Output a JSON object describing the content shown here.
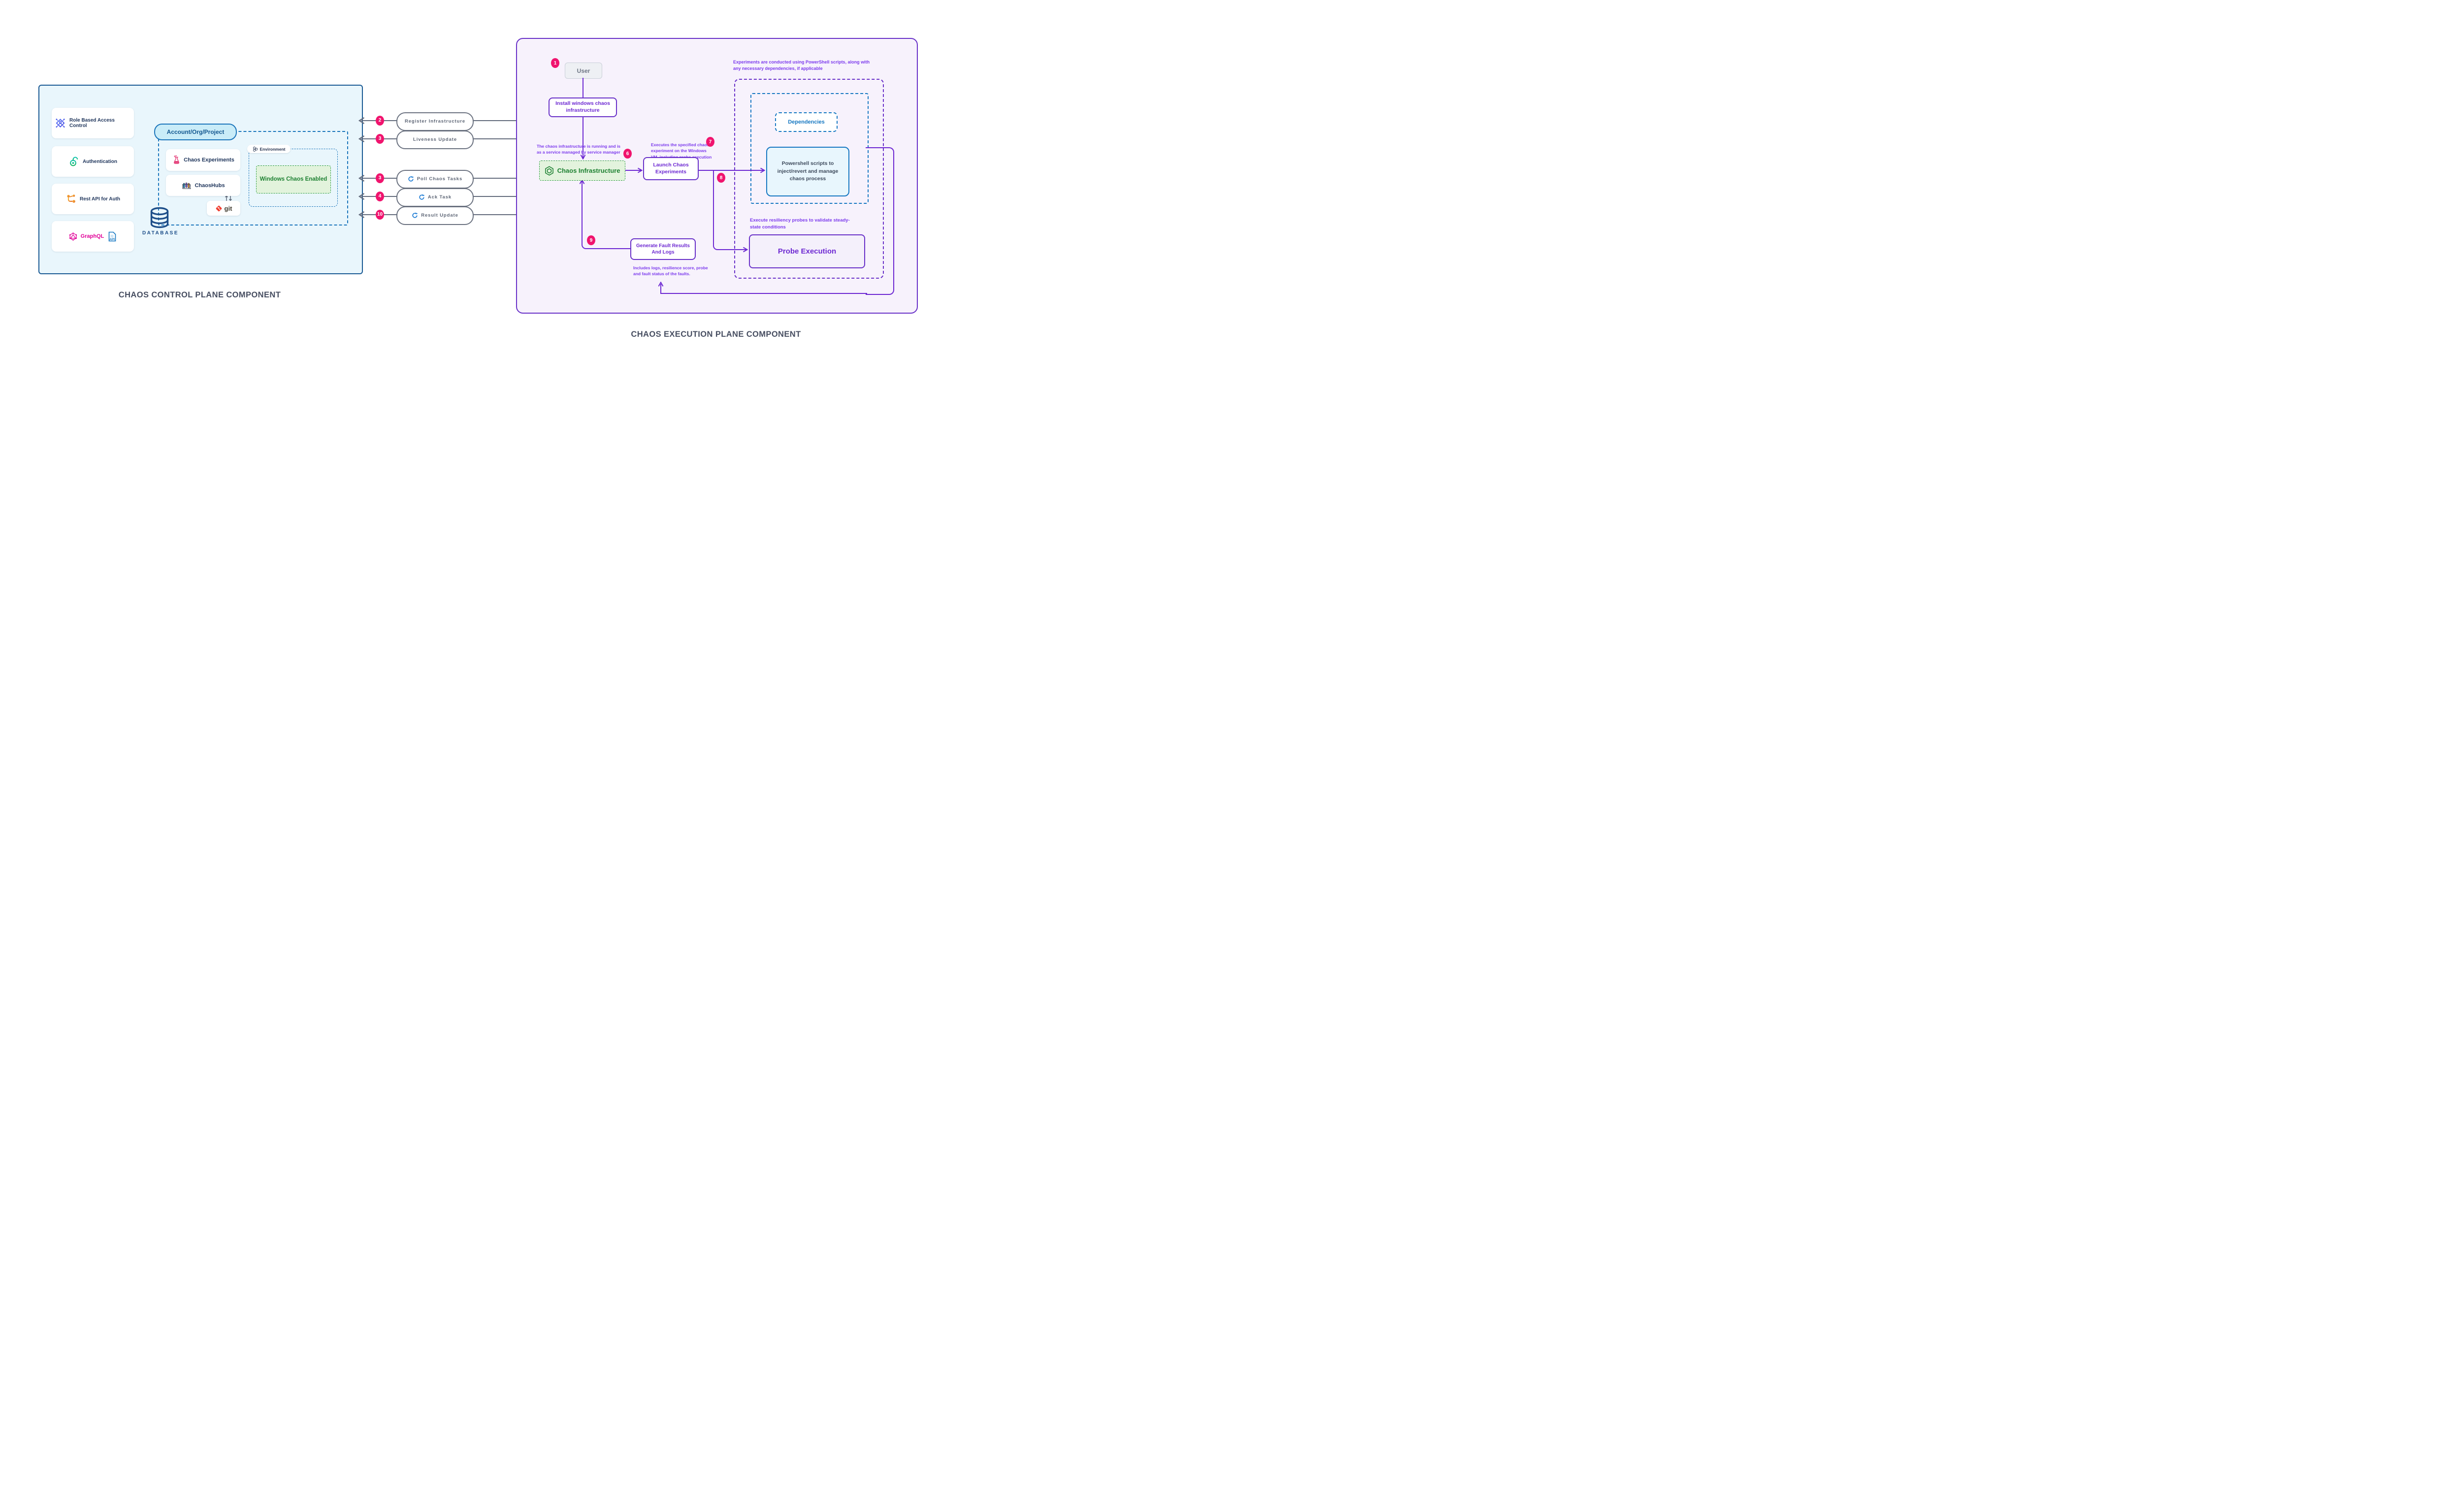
{
  "titles": {
    "left": "CHAOS CONTROL PLANE COMPONENT",
    "right": "CHAOS EXECUTION PLANE COMPONENT"
  },
  "control_plane": {
    "cards": [
      {
        "label": "Role Based Access Control",
        "icon": "rbac-icon"
      },
      {
        "label": "Authentication",
        "icon": "auth-lock-icon"
      },
      {
        "label": "Rest API for Auth",
        "icon": "rest-api-icon"
      },
      {
        "label": "GraphQL",
        "icon": "graphql-icon",
        "api_text": "API"
      }
    ],
    "account_pill": "Account/Org/Project",
    "experiments_box": "Chaos Experiments",
    "chaoshubs_box": "ChaosHubs",
    "git_label": "git",
    "environment_label": "Environment",
    "windows_chaos_box": "Windows Chaos Enabled",
    "database_label": "DATABASE"
  },
  "connectors": [
    {
      "badge": "2",
      "label": "Register Infrastructure"
    },
    {
      "badge": "3",
      "label": "Liveness Update"
    },
    {
      "badge": "3",
      "label": "Poll Chaos Tasks"
    },
    {
      "badge": "4",
      "label": "Ack Task"
    },
    {
      "badge": "10",
      "label": "Result Update"
    }
  ],
  "execution_plane": {
    "badges": {
      "user": "1",
      "service": "6",
      "executes": "7",
      "scripts": "8",
      "results": "9"
    },
    "user_box": "User",
    "install_box": "Install windows chaos infrastructure",
    "infra_box": "Chaos Infrastructure",
    "launch_box": "Launch Chaos Experiments",
    "powershell_box": "Powershell scripts to inject/revert and manage chaos process",
    "dependencies_box": "Dependencies",
    "probe_box": "Probe Execution",
    "generate_box": "Generate Fault Results And Logs",
    "notes": {
      "top": "Experiments are conducted using PowerShell scripts, along with any necessary dependencies, if applicable",
      "service": "The chaos infrastructure is running and is as a service managed by service manager",
      "executes": "Executes the specified chaos experiment on the Windows VM, including probe execution",
      "resiliency": "Execute resiliency probes to validate steady-state conditions",
      "includes": "Includes logs, resilience score, probe and fault status of the faults."
    }
  },
  "colors": {
    "badge_pink": "#F0146E",
    "purple": "#6D28D2",
    "purple_text": "#7C3AED",
    "blue": "#1778C2",
    "green_text": "#1D8031",
    "green_border": "#2F9E41",
    "slate": "#6B7280",
    "navy": "#1D4E89",
    "graphql_pink": "#E10098",
    "git_red": "#F03C2E",
    "panel_left_bg": "#E9F6FC",
    "panel_right_bg": "#F7F2FC"
  }
}
